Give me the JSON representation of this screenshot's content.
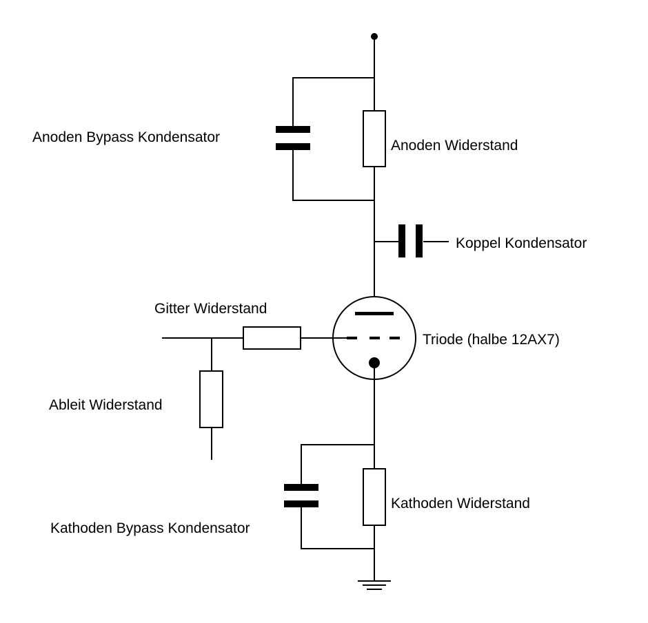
{
  "labels": {
    "anode_bypass_capacitor": "Anoden Bypass Kondensator",
    "anode_resistor": "Anoden Widerstand",
    "coupling_capacitor": "Koppel Kondensator",
    "grid_resistor": "Gitter Widerstand",
    "triode": "Triode (halbe 12AX7)",
    "leak_resistor": "Ableit Widerstand",
    "cathode_resistor": "Kathoden Widerstand",
    "cathode_bypass_capacitor": "Kathoden Bypass Kondensator"
  },
  "colors": {
    "ink": "#000000",
    "background": "#ffffff"
  }
}
